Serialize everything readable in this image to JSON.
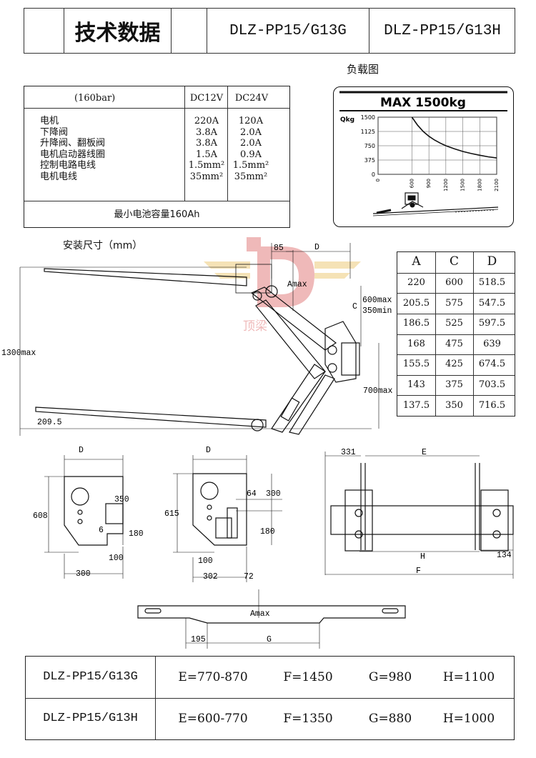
{
  "header": {
    "title": "技术数据",
    "model_g": "DLZ-PP15/G13G",
    "model_h": "DLZ-PP15/G13H"
  },
  "load_diagram_label": "负载图",
  "spec_table": {
    "pressure": "(160bar)",
    "col_12v": "DC12V",
    "col_24v": "DC24V",
    "rows": [
      {
        "label": "电机",
        "v12": "220A",
        "v24": "120A"
      },
      {
        "label": "下降阀",
        "v12": "3.8A",
        "v24": "2.0A"
      },
      {
        "label": "升降阀、翻板阀",
        "v12": "3.8A",
        "v24": "2.0A"
      },
      {
        "label": "电机启动器线圈",
        "v12": "1.5A",
        "v24": "0.9A"
      },
      {
        "label": "控制电路电线",
        "v12": "1.5mm²",
        "v24": "1.5mm²"
      },
      {
        "label": "电机电线",
        "v12": "35mm²",
        "v24": "35mm²"
      }
    ],
    "footer": "最小电池容量160Ah"
  },
  "chart_data": {
    "type": "line",
    "title": "MAX 1500kg",
    "ylabel": "Qkg",
    "y_ticks": [
      "1500",
      "1125",
      "750",
      "375",
      "0"
    ],
    "x_ticks": [
      "0",
      "600",
      "900",
      "1200",
      "1500",
      "1800",
      "2100"
    ],
    "x": [
      600,
      700,
      800,
      900,
      1000,
      1100,
      1200,
      1350,
      1500,
      1650,
      1800,
      1950,
      2100
    ],
    "y": [
      1500,
      1290,
      1125,
      1000,
      900,
      820,
      750,
      670,
      600,
      545,
      500,
      460,
      430
    ],
    "xlim": [
      0,
      2100
    ],
    "ylim": [
      0,
      1500
    ],
    "grid": true
  },
  "install_label": "安装尺寸（mm）",
  "watermark": {
    "brand": "顶梁",
    "letter": "D"
  },
  "side_view": {
    "dim_85": "85",
    "dim_d": "D",
    "amax": "Amax",
    "dim_c": "C",
    "c_max": "600max",
    "c_min": "350min",
    "height_1300": "1300max",
    "height_700": "700max",
    "dim_209": "209.5"
  },
  "acd_table": {
    "headers": [
      "A",
      "C",
      "D"
    ],
    "rows": [
      [
        "220",
        "600",
        "518.5"
      ],
      [
        "205.5",
        "575",
        "547.5"
      ],
      [
        "186.5",
        "525",
        "597.5"
      ],
      [
        "168",
        "475",
        "639"
      ],
      [
        "155.5",
        "425",
        "674.5"
      ],
      [
        "143",
        "375",
        "703.5"
      ],
      [
        "137.5",
        "350",
        "716.5"
      ]
    ]
  },
  "bracket_left": {
    "d": "D",
    "h608": "608",
    "d350": "350",
    "d6": "6",
    "d180": "180",
    "d100": "100",
    "d300": "300"
  },
  "bracket_right": {
    "d": "D",
    "h615": "615",
    "d64": "64",
    "d300": "300",
    "d180": "180",
    "d100": "100",
    "d302": "302",
    "d72": "72"
  },
  "rear_view": {
    "d331": "331",
    "e": "E",
    "h": "H",
    "d134": "134",
    "f": "F"
  },
  "platform": {
    "amax": "Amax",
    "d195": "195",
    "g": "G"
  },
  "bottom_table": {
    "rows": [
      {
        "model": "DLZ-PP15/G13G",
        "e": "E=770-870",
        "f": "F=1450",
        "g": "G=980",
        "h": "H=1100"
      },
      {
        "model": "DLZ-PP15/G13H",
        "e": "E=600-770",
        "f": "F=1350",
        "g": "G=880",
        "h": "H=1000"
      }
    ]
  },
  "colors": {
    "watermark_red": "#e05a5a",
    "watermark_gold": "#e7c46a",
    "line": "#111111"
  }
}
